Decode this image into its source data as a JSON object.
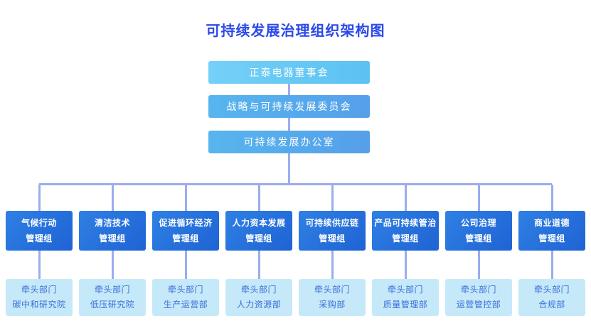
{
  "title": "可持续发展治理组织架构图",
  "colors": {
    "title": "#2b49e8",
    "top1": "#74d0f8",
    "top2": "#5cc2f2",
    "mid1": "#57b5ee",
    "mid2": "#569fea",
    "grp1": "#2f80e4",
    "grp2": "#1f63d4",
    "line": "#9dacef",
    "lead_bg": "#c6e9fa",
    "lead_text": "#3a6fd8"
  },
  "hierarchy": {
    "level1": "正泰电器董事会",
    "level2": "战略与可持续发展委员会",
    "level3": "可持续发展办公室"
  },
  "lead_label": "牵头部门",
  "groups": [
    {
      "name_line1": "气候行动",
      "name_line2": "管理组",
      "lead_department": "碳中和研究院"
    },
    {
      "name_line1": "清洁技术",
      "name_line2": "管理组",
      "lead_department": "低压研究院"
    },
    {
      "name_line1": "促进循环经济",
      "name_line2": "管理组",
      "lead_department": "生产运营部"
    },
    {
      "name_line1": "人力资本发展",
      "name_line2": "管理组",
      "lead_department": "人力资源部"
    },
    {
      "name_line1": "可持续供应链",
      "name_line2": "管理组",
      "lead_department": "采购部"
    },
    {
      "name_line1": "产品可持续管治",
      "name_line2": "管理组",
      "lead_department": "质量管理部"
    },
    {
      "name_line1": "公司治理",
      "name_line2": "管理组",
      "lead_department": "运营管控部"
    },
    {
      "name_line1": "商业道德",
      "name_line2": "管理组",
      "lead_department": "合规部"
    }
  ]
}
